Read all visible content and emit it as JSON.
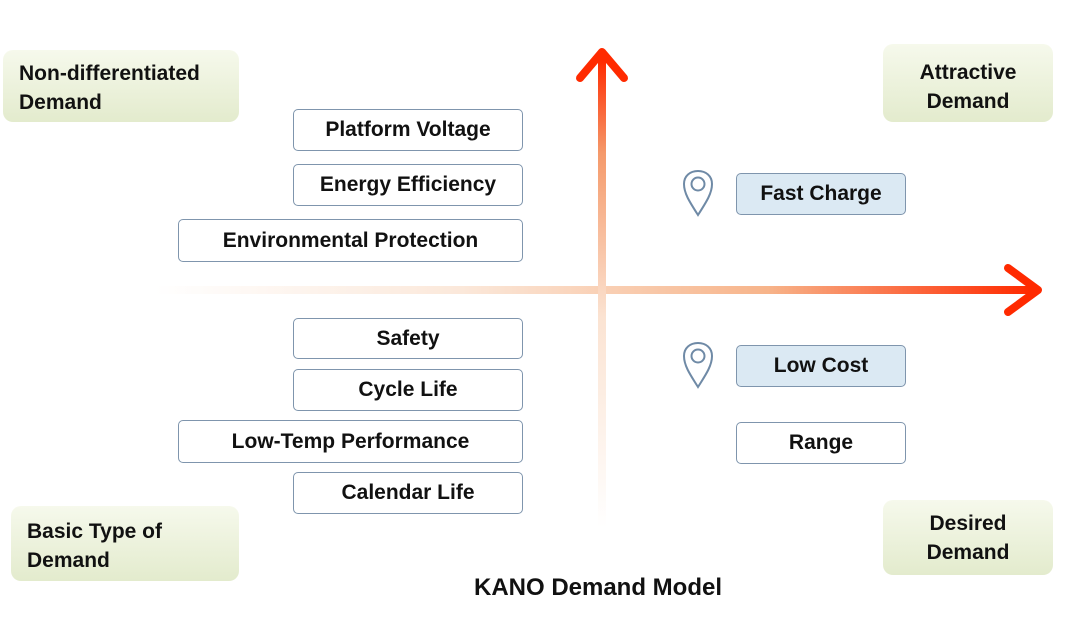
{
  "title": "KANO Demand Model",
  "quadrants": {
    "top_left": {
      "line1": "Non-differentiated",
      "line2": "Demand"
    },
    "top_right": {
      "line1": "Attractive",
      "line2": "Demand"
    },
    "bottom_left": {
      "line1": "Basic Type of",
      "line2": "Demand"
    },
    "bottom_right": {
      "line1": "Desired",
      "line2": "Demand"
    }
  },
  "items": {
    "platform_voltage": "Platform Voltage",
    "energy_efficiency": "Energy Efficiency",
    "environmental_protection": "Environmental Protection",
    "safety": "Safety",
    "cycle_life": "Cycle Life",
    "low_temp_performance": "Low-Temp Performance",
    "calendar_life": "Calendar Life",
    "fast_charge": "Fast Charge",
    "low_cost": "Low Cost",
    "range": "Range"
  },
  "icons": {
    "pin_top": "location-pin-icon",
    "pin_bottom": "location-pin-icon"
  },
  "colors": {
    "arrow_red": "#ff2a00",
    "arrow_light": "#fbe3d2",
    "highlight_box": "#dbe9f3",
    "quadrant_label_bg": "#e3ebcd",
    "box_border": "#7f95ad"
  }
}
